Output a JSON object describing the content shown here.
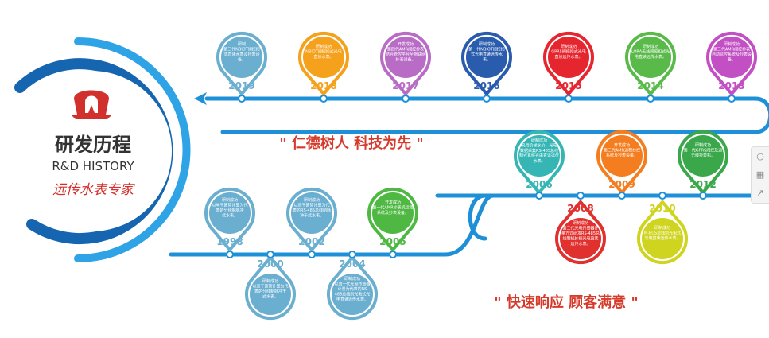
{
  "header": {
    "title_cn": "研发历程",
    "title_en": "R&D HISTORY",
    "subtitle": "远传水表专家"
  },
  "slogans": {
    "slogan1": "\" 仁德树人  科技为先 \"",
    "slogan2": "\" 快速响应  顾客满意 \""
  },
  "milestones": [
    {
      "year": "2019",
      "color": "#6aaed0",
      "lines": [
        "研制",
        "第二代NBIOT阀控扣",
        "式直读水表及抄表设",
        "备。"
      ]
    },
    {
      "year": "2018",
      "color": "#f5a11c",
      "lines": [
        "研制成功",
        "NBIOT阀控扣式光电",
        "直读水表。"
      ]
    },
    {
      "year": "2017",
      "color": "#b86cc6",
      "lines": [
        "开发成功",
        "第四代AMR阀控抄表",
        "结合管控平台至物联网",
        "抄表设备。"
      ]
    },
    {
      "year": "2016",
      "color": "#2a5cae",
      "lines": [
        "研制成功",
        "第一代NBIOT阀控扣",
        "式光电直读远传水",
        "表。"
      ]
    },
    {
      "year": "2015",
      "color": "#e6262e",
      "lines": [
        "研制成功",
        "GPRS阀控扣式光电",
        "直读远传水表。"
      ]
    },
    {
      "year": "2014",
      "color": "#59b949",
      "lines": [
        "研制成功",
        "LORA无线阀控扣式光",
        "电直读远传水表。"
      ]
    },
    {
      "year": "2013",
      "color": "#c24fc3",
      "lines": [
        "研制成功",
        "第三代AMR阀控抄表",
        "自动监控系统及抄表设",
        "备。"
      ]
    },
    {
      "year": "2006",
      "color": "#35b6b4",
      "lines": [
        "研制成功",
        "采用阶梯水价、光电",
        "数据采集RS-485总线",
        "制式系统光电直读远传",
        "水表。"
      ]
    },
    {
      "year": "2009",
      "color": "#f47d1f",
      "lines": [
        "开发成功",
        "第二代AMR远程抄控",
        "系统及抄表设备。"
      ]
    },
    {
      "year": "2012",
      "color": "#3aa84a",
      "lines": [
        "研制成功",
        "第一代GPRS阀控及远",
        "无线抄表机。"
      ]
    },
    {
      "year": "2008",
      "color": "#e0312f",
      "lines": [
        "研制成功",
        "第二代光电传感器计",
        "量方式研发RS-485总",
        "线制机抄控光电直读",
        "远传水表。"
      ]
    },
    {
      "year": "2010",
      "color": "#cfd41e",
      "lines": [
        "研制成功",
        "M-BUS总线制光电式",
        "光电直读远传水表。"
      ]
    },
    {
      "year": "1998",
      "color": "#6aaed0",
      "lines": [
        "研制成功",
        "以单干簧管计量为代",
        "表的分线制脉冲",
        "式水表。"
      ]
    },
    {
      "year": "2002",
      "color": "#6aaed0",
      "lines": [
        "研制成功",
        "以双干簧管计量为代",
        "表的RS-485总线制脉",
        "冲干式水表。"
      ]
    },
    {
      "year": "2005",
      "color": "#4fb843",
      "lines": [
        "开发成功",
        "第一代AMR抄表机远程",
        "系统及抄表设备。"
      ]
    },
    {
      "year": "2000",
      "color": "#6aaed0",
      "lines": [
        "研制成功",
        "以双干簧管计量为代",
        "表的分线制脉冲干",
        "式水表。"
      ]
    },
    {
      "year": "2004",
      "color": "#6aaed0",
      "lines": [
        "研制成功",
        "以第一代光电传感器",
        "计量为代表的RS",
        "485总线制光电式光",
        "电直读远传水表。"
      ]
    }
  ],
  "side_tools": {
    "icons": [
      "chat-icon",
      "qr-code-icon",
      "share-icon"
    ],
    "glyphs": [
      "○",
      "▦",
      "↗"
    ]
  },
  "theme": {
    "line": "#1e90d8",
    "ring_dark": "#1565b0",
    "ring_light": "#2ea3e6",
    "logo_red": "#d2302c",
    "slogan_red": "#d63a2a",
    "title_dark": "#333333"
  }
}
